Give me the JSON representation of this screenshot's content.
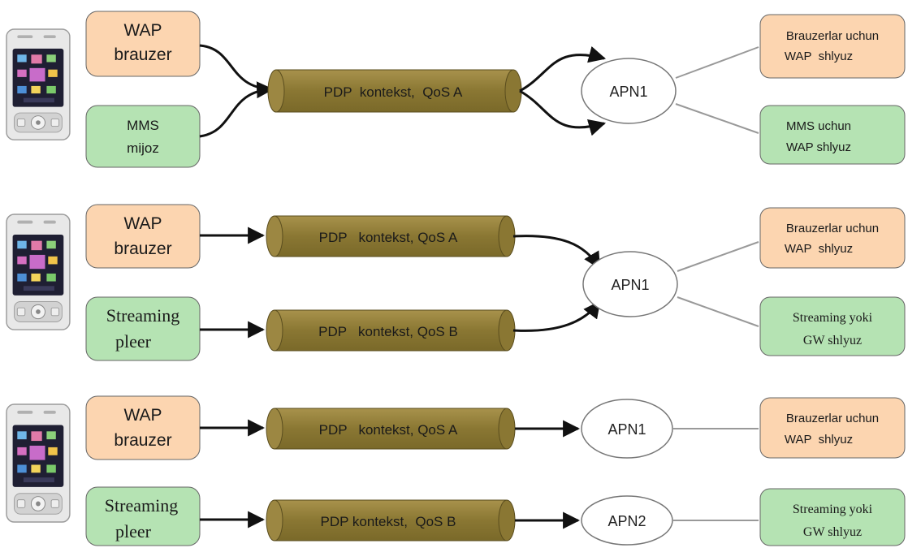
{
  "colors": {
    "client_box": "#fcd5b0",
    "client_box_green": "#b5e3b3",
    "tube": "#8c7a3a",
    "tube_light": "#a08c47",
    "line": "#111111",
    "thin_line": "#888888"
  },
  "rows": [
    {
      "app_top": [
        "WAP",
        "brauzer"
      ],
      "app_bottom": [
        "MMS",
        "mijoz"
      ],
      "tube_top": "PDP  kontekst,  QoS A",
      "apn_top": "APN1",
      "gw_top": [
        "Brauzerlar uchun",
        "WAP  shlyuz"
      ],
      "gw_bottom": [
        "MMS uchun",
        "WAP shlyuz"
      ]
    },
    {
      "app_top": [
        "WAP",
        "brauzer"
      ],
      "app_bottom": [
        "Streaming",
        "pleer"
      ],
      "tube_top": "PDP   kontekst, QoS A",
      "tube_bottom": "PDP   kontekst, QoS B",
      "apn_top": "APN1",
      "gw_top": [
        "Brauzerlar uchun",
        "WAP  shlyuz"
      ],
      "gw_bottom": [
        "Streaming yoki",
        "GW shlyuz"
      ]
    },
    {
      "app_top": [
        "WAP",
        "brauzer"
      ],
      "app_bottom": [
        "Streaming",
        "pleer"
      ],
      "tube_top": "PDP   kontekst, QoS A",
      "tube_bottom": "PDP kontekst,  QoS B",
      "apn_top": "APN1",
      "apn_bottom": "APN2",
      "gw_top": [
        "Brauzerlar uchun",
        "WAP  shlyuz"
      ],
      "gw_bottom": [
        "Streaming yoki",
        "GW shlyuz"
      ]
    }
  ]
}
